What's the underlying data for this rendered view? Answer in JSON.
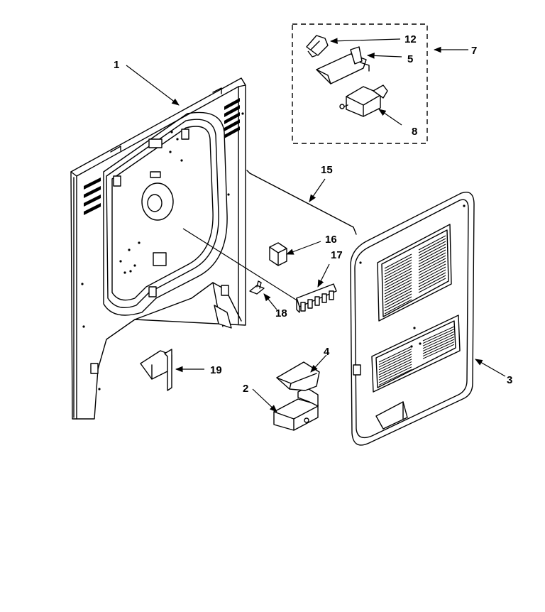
{
  "callouts": {
    "c1": "1",
    "c2": "2",
    "c3": "3",
    "c4": "4",
    "c5": "5",
    "c7": "7",
    "c8": "8",
    "c12": "12",
    "c15": "15",
    "c16": "16",
    "c17": "17",
    "c18": "18",
    "c19": "19"
  }
}
